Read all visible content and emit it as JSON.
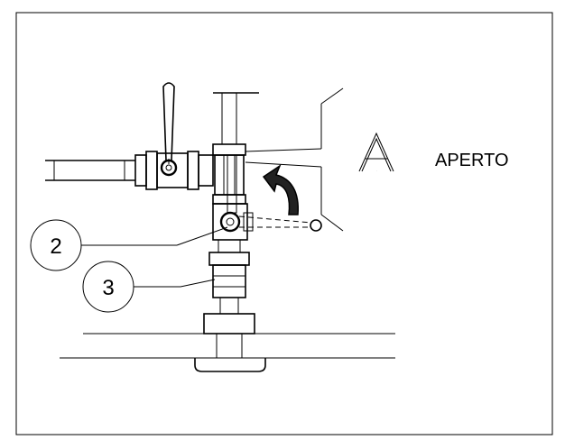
{
  "callouts": [
    {
      "number": "2"
    },
    {
      "number": "3"
    }
  ],
  "detail": {
    "letter": "A",
    "state_label": "APERTO"
  },
  "colors": {
    "line": "#000000",
    "background": "#ffffff"
  }
}
